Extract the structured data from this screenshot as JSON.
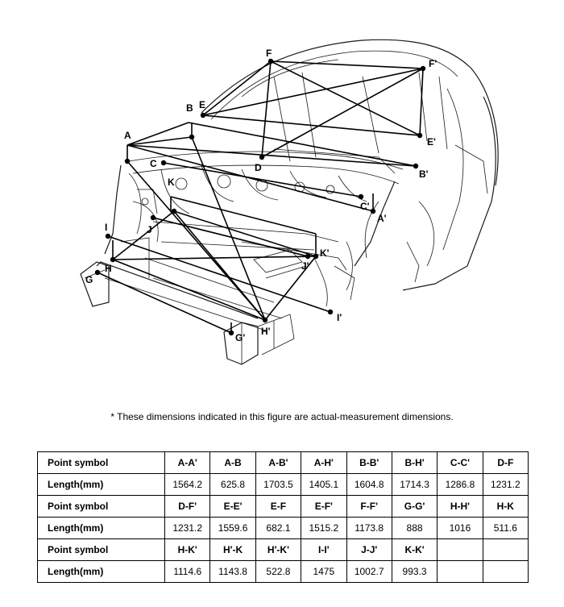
{
  "note": "* These dimensions indicated in this figure are actual-measurement dimensions.",
  "points": [
    "A",
    "A'",
    "B",
    "B'",
    "C",
    "C'",
    "D",
    "E",
    "E'",
    "F",
    "F'",
    "G",
    "G'",
    "H",
    "H'",
    "I",
    "I'",
    "J",
    "J'",
    "K",
    "K'"
  ],
  "table": {
    "header_label": "Point symbol",
    "value_label": "Length(mm)",
    "groups": [
      {
        "symbols": [
          "A-A'",
          "A-B",
          "A-B'",
          "A-H'",
          "B-B'",
          "B-H'",
          "C-C'",
          "D-F"
        ],
        "values": [
          "1564.2",
          "625.8",
          "1703.5",
          "1405.1",
          "1604.8",
          "1714.3",
          "1286.8",
          "1231.2"
        ]
      },
      {
        "symbols": [
          "D-F'",
          "E-E'",
          "E-F",
          "E-F'",
          "F-F'",
          "G-G'",
          "H-H'",
          "H-K"
        ],
        "values": [
          "1231.2",
          "1559.6",
          "682.1",
          "1515.2",
          "1173.8",
          "888",
          "1016",
          "511.6"
        ]
      },
      {
        "symbols": [
          "H-K'",
          "H'-K",
          "H'-K'",
          "I-I'",
          "J-J'",
          "K-K'",
          "",
          ""
        ],
        "values": [
          "1114.6",
          "1143.8",
          "522.8",
          "1475",
          "1002.7",
          "993.3",
          "",
          ""
        ]
      }
    ]
  }
}
